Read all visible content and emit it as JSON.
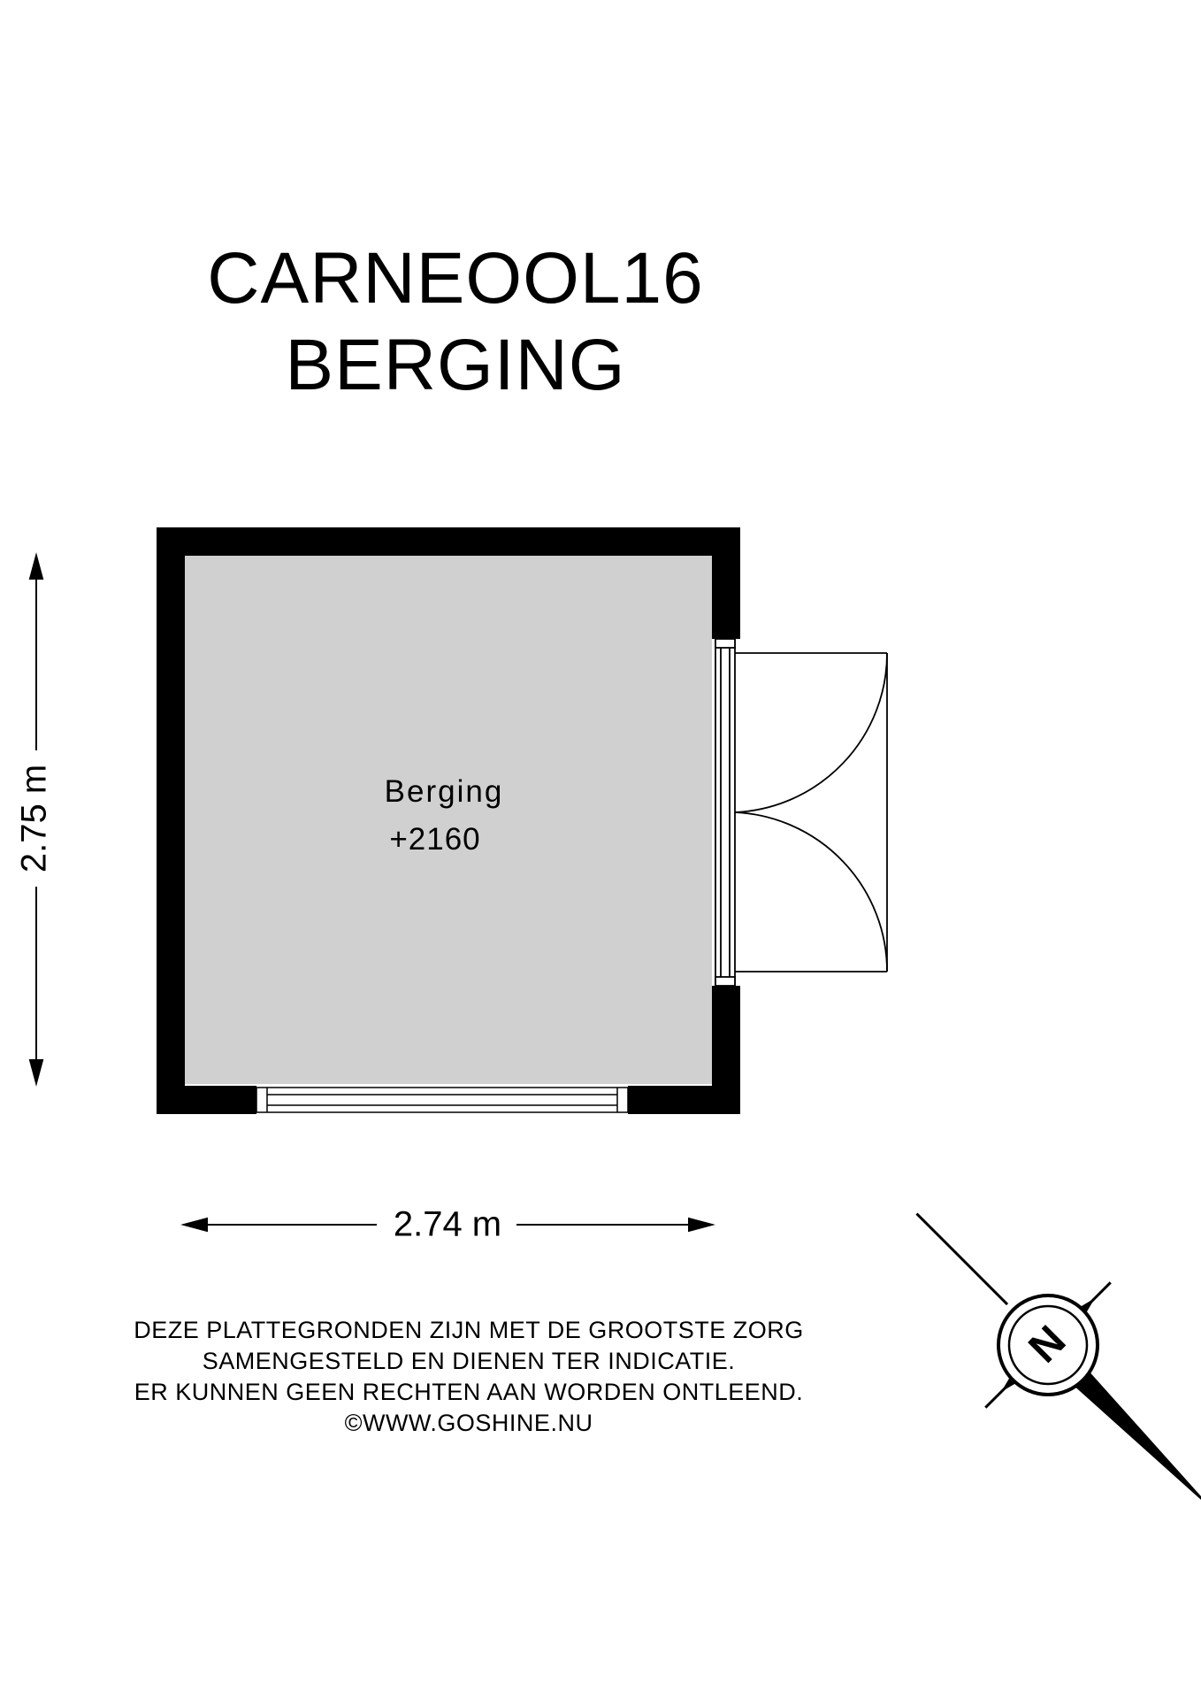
{
  "title": {
    "line1": "CARNEOOL16",
    "line2": "BERGING"
  },
  "room": {
    "name": "Berging",
    "level": "+2160"
  },
  "dimensions": {
    "height": "2.75 m",
    "width": "2.74 m"
  },
  "disclaimer": {
    "line1": "DEZE PLATTEGRONDEN ZIJN MET DE GROOTSTE ZORG",
    "line2": "SAMENGESTELD EN DIENEN TER INDICATIE.",
    "line3": "ER KUNNEN GEEN RECHTEN AAN WORDEN ONTLEEND.",
    "line4": "©WWW.GOSHINE.NU"
  },
  "compass": {
    "label": "N",
    "icon": "north-arrow-icon"
  },
  "colors": {
    "wall": "#000000",
    "floor": "#d0d0d0",
    "background": "#ffffff"
  }
}
